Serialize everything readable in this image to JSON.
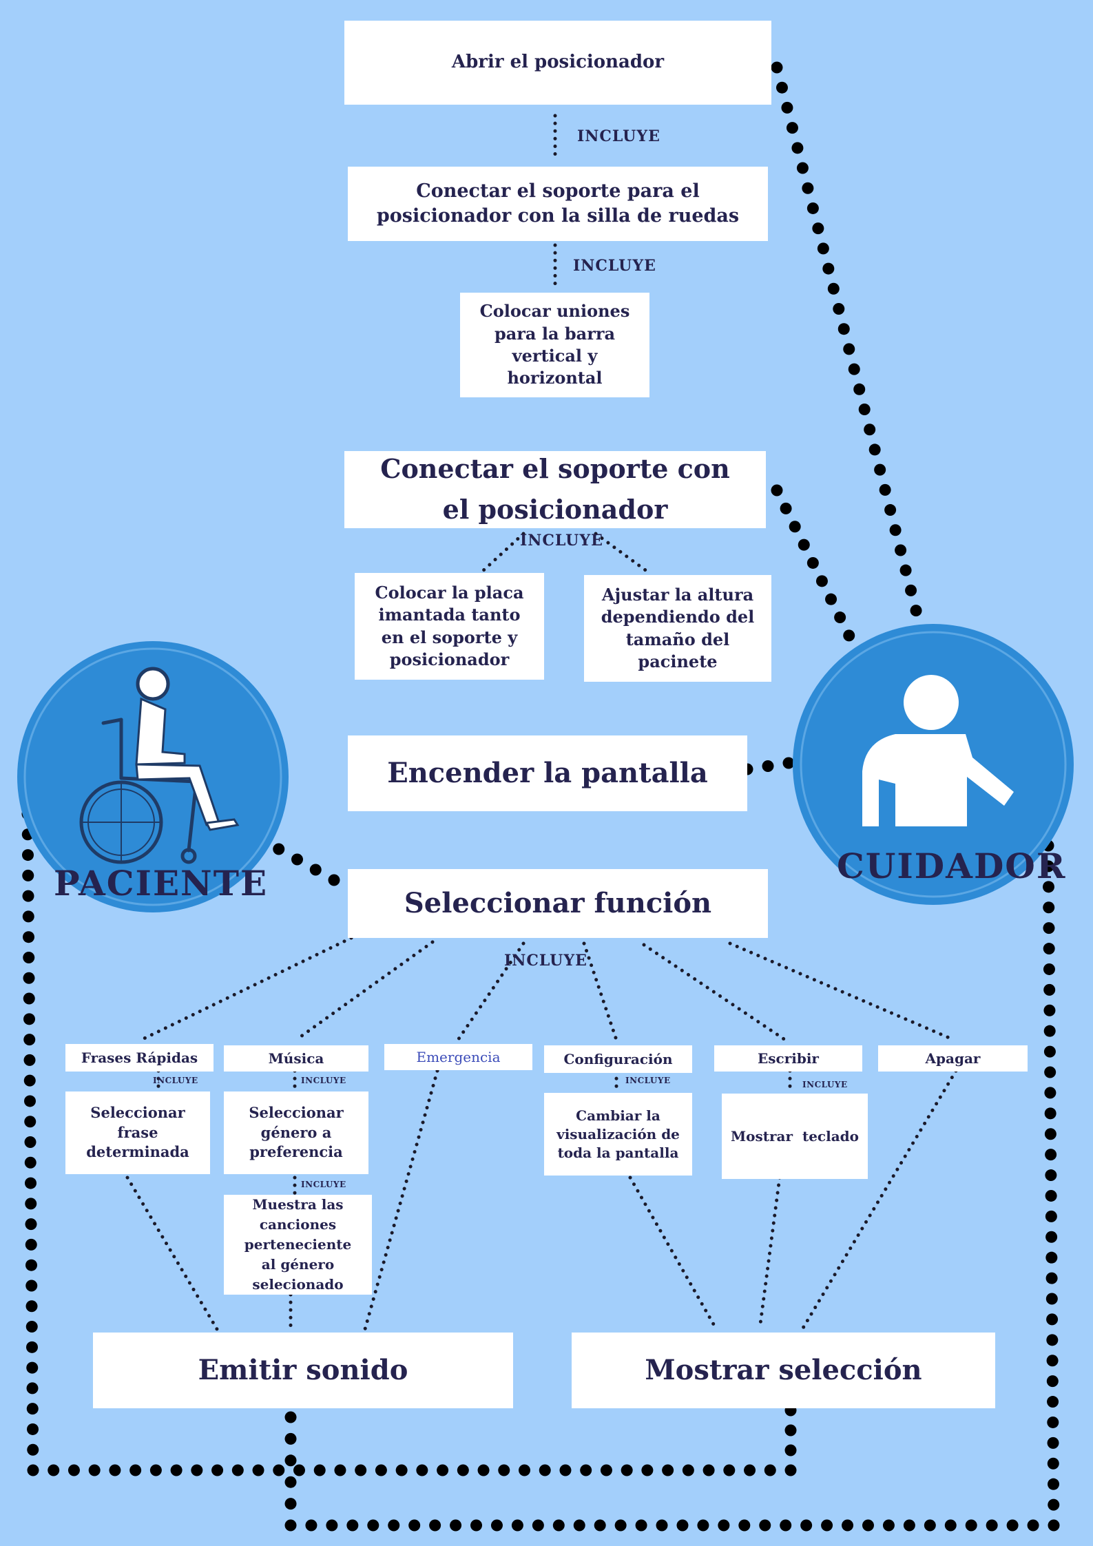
{
  "colors": {
    "background": "#a3cffb",
    "text": "#25234f",
    "box": "#ffffff",
    "actor_circle": "#2e8bd6",
    "emergency": "#3b4bb8",
    "dots": "#000000"
  },
  "actors": {
    "patient": {
      "label": "PACIENTE",
      "icon": "wheelchair-user-icon"
    },
    "caregiver": {
      "label": "CUIDADOR",
      "icon": "person-icon"
    }
  },
  "boxes": {
    "abrir": "Abrir el posicionador",
    "conectar_soporte_silla": "Conectar el soporte para el\nposicionador con la silla de ruedas",
    "colocar_uniones": "Colocar uniones\npara la barra\nvertical y\nhorizontal",
    "conectar_soporte_posicionador": "Conectar el soporte con\nel posicionador",
    "colocar_placa": "Colocar la placa\nimantada tanto\nen el soporte y\nposicionador",
    "ajustar_altura": "Ajustar la altura\ndependiendo del\ntamaño del\npacinete",
    "encender": "Encender la pantalla",
    "seleccionar_funcion": "Seleccionar función",
    "frases_rapidas": "Frases Rápidas",
    "musica": "Música",
    "emergencia": "Emergencia",
    "configuracion": "Configuración",
    "escribir": "Escribir",
    "apagar": "Apagar",
    "seleccionar_frase": "Seleccionar\nfrase\ndeterminada",
    "seleccionar_genero": "Seleccionar\ngénero a\npreferencia",
    "muestra_canciones": "Muestra las\ncanciones\nperteneciente\nal género\nselecionado",
    "cambiar_visualizacion": "Cambiar la\nvisualización de\ntoda la pantalla",
    "mostrar_teclado": "Mostrar  teclado",
    "emitir_sonido": "Emitir sonido",
    "mostrar_seleccion": "Mostrar selección"
  },
  "include_label": "INCLUYE"
}
